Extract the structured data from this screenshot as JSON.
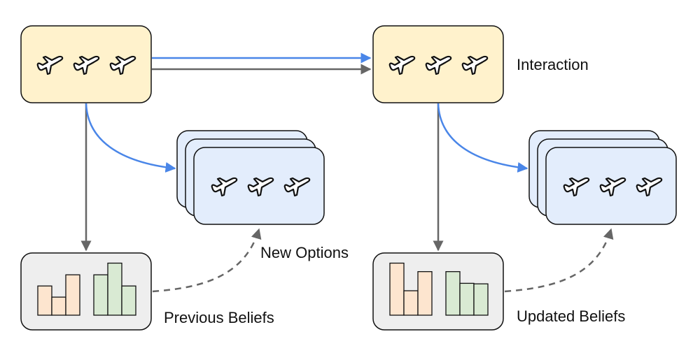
{
  "colors": {
    "interaction_fill": "#fff2cc",
    "options_fill": "#e3edfc",
    "beliefs_fill": "#eeeeee",
    "bar_orange": "#fde5cf",
    "bar_green": "#d9ead3",
    "blue_arrow": "#4a86e8",
    "gray_arrow": "#666666",
    "stroke": "#111111"
  },
  "icons": {
    "flight": "airplane-icon",
    "beliefs": "bar-chart-icon"
  },
  "stages": [
    {
      "interaction": {
        "icon_count": 3
      },
      "options": {
        "icon_count": 3,
        "stack_count": 3
      },
      "beliefs": {
        "label": "Previous Beliefs",
        "groups": [
          {
            "color": "orange",
            "values": [
              0.55,
              0.34,
              0.76
            ]
          },
          {
            "color": "green",
            "values": [
              0.76,
              0.98,
              0.55
            ]
          }
        ]
      }
    },
    {
      "interaction": {
        "icon_count": 3,
        "label": "Interaction"
      },
      "options": {
        "icon_count": 3,
        "stack_count": 3
      },
      "beliefs": {
        "label": "Updated Beliefs",
        "groups": [
          {
            "color": "orange",
            "values": [
              0.98,
              0.46,
              0.82
            ]
          },
          {
            "color": "green",
            "values": [
              0.82,
              0.6,
              0.59
            ]
          }
        ]
      }
    }
  ],
  "labels": {
    "new_options": "New Options",
    "interaction": "Interaction",
    "previous_beliefs": "Previous Beliefs",
    "updated_beliefs": "Updated Beliefs"
  }
}
